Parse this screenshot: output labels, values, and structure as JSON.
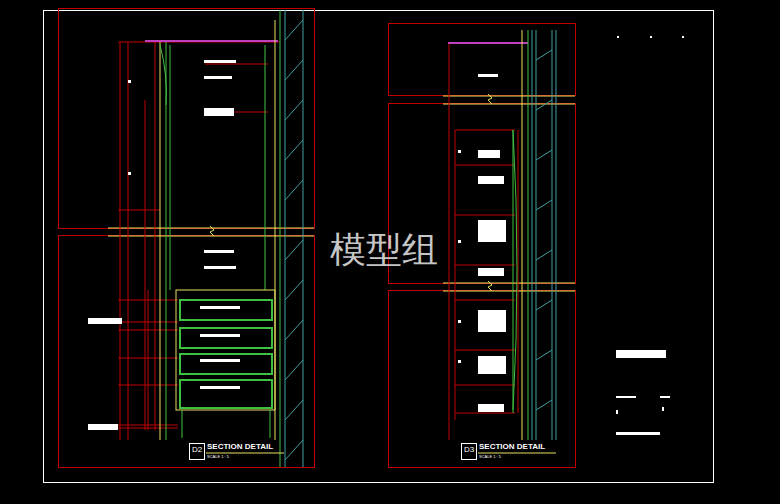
{
  "diagram": {
    "labels": [
      "D2",
      "SECTION DETAIL",
      "SCALE 1 : 5",
      "D3",
      "SECTION DETAIL",
      "SCALE 1 : 5",
      "模型组"
    ]
  }
}
